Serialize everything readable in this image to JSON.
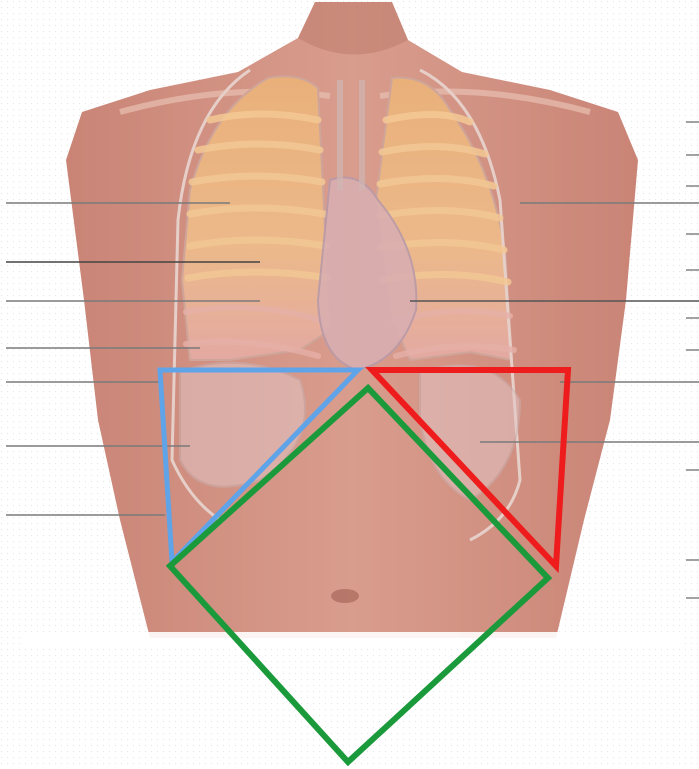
{
  "figure": {
    "subject": "anterior-torso-thoracic-anatomy",
    "layers": [
      "skin",
      "lungs",
      "ribs",
      "heart",
      "diaphragm",
      "leader-lines"
    ],
    "overlays": [
      {
        "name": "blue-triangle",
        "color": "#5fa3e8"
      },
      {
        "name": "red-triangle",
        "color": "#ee1c1c"
      },
      {
        "name": "green-diamond",
        "color": "#1b9a3c"
      }
    ],
    "colors": {
      "skin": "#d39486",
      "lung": "#e9b984",
      "rib": "#f2c48c",
      "pleura": "#e8aaa6",
      "background": "#ffffff"
    }
  }
}
